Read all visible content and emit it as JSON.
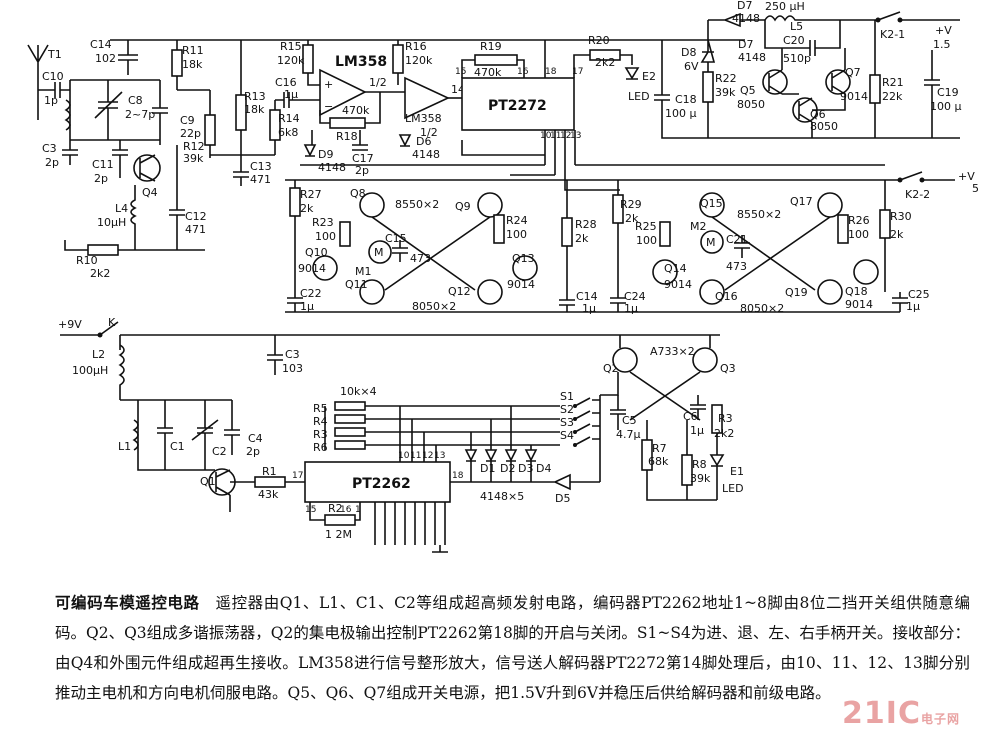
{
  "diagram": {
    "ics": {
      "pt2272": "PT2272",
      "pt2262": "PT2262",
      "lm358a": "LM358",
      "lm358b_l1": "LM358",
      "lm358b_l2": "1/2",
      "lm358a_half": "1/2"
    },
    "pins": {
      "p18": "18",
      "p15": "15",
      "p16": "16",
      "p17": "17",
      "p14": "14",
      "p10": "10",
      "p11": "11",
      "p12": "12",
      "p13": "13",
      "g17": "17",
      "g18": "18",
      "g15": "15",
      "g16": "16",
      "g1": "1",
      "g10": "10",
      "g11": "11",
      "g12": "12",
      "g13": "13"
    },
    "labels": {
      "T1": "T1",
      "C14": "C14",
      "C14v": "102",
      "R11": "R11",
      "R11v": "18k",
      "R15": "R15",
      "R15v": "120k",
      "R16": "R16",
      "R16v": "120k",
      "R19": "R19",
      "R19v": "470k",
      "R20": "R20",
      "R20v": "2k2",
      "E2": "E2",
      "LED2": "LED",
      "D7": "D7",
      "D7v": "4148",
      "D7b": "D7",
      "D7bv": "4148",
      "L5v": "250 μH",
      "L5": "L5",
      "C20": "C20",
      "C20v": "510p",
      "D8": "D8",
      "D8v": "6V",
      "R22": "R22",
      "R22v": "39k",
      "C18": "C18",
      "C18v": "100 μ",
      "Q5": "Q5",
      "Q5v": "8050",
      "Q6": "Q6",
      "Q6v": "8050",
      "Q7": "Q7",
      "Q7v": "9014",
      "R21": "R21",
      "R21v": "22k",
      "K21": "K2-1",
      "V15": "+V",
      "V15v": "1.5",
      "C19": "C19",
      "C19v": "100 μ",
      "C10": "C10",
      "C10v": "1p",
      "C8": "C8",
      "C8v": "2~7p",
      "C9": "C9",
      "C9v": "22p",
      "R12": "R12",
      "R12v": "39k",
      "C3": "C3",
      "C3v": "2p",
      "C11": "C11",
      "C11v": "2p",
      "Q4": "Q4",
      "L4": "L4",
      "L4v": "10μH",
      "C12": "C12",
      "C12v": "471",
      "R10": "R10",
      "R10v": "2k2",
      "R13": "R13",
      "R13v": "18k",
      "C16": "C16",
      "C16v": "1μ",
      "R14": "R14",
      "R14v": "6k8",
      "C13": "C13",
      "C13v": "471",
      "R17v": "470k",
      "R18": "R18",
      "C17": "C17",
      "C17v": "2p",
      "D9": "D9",
      "D9v": "4148",
      "D6": "D6",
      "D6v": "4148",
      "K22": "K2-2",
      "V5": "+V",
      "V5v": "5",
      "R27": "R27",
      "R27v": "2k",
      "Q8": "Q8",
      "Q8v": "8550×2",
      "Q9": "Q9",
      "R23": "R23",
      "R23v": "100",
      "R24": "R24",
      "R24v": "100",
      "C15": "C15",
      "C15v": "473",
      "M1": "M1",
      "Q10": "Q10",
      "Q10v": "9014",
      "Q11": "Q11",
      "Q12": "Q12",
      "Q12v": "8050×2",
      "Q13": "Q13",
      "Q13v": "9014",
      "R28": "R28",
      "R28v": "2k",
      "C22": "C22",
      "C22v": "1μ",
      "C14b": "C14",
      "C14bv": "1μ",
      "C24": "C24",
      "C24v": "1μ",
      "R29": "R29",
      "R29v": "2k",
      "R25": "R25",
      "R25v": "100",
      "Q15": "Q15",
      "Q15v": "8550×2",
      "M2": "M2",
      "C21": "C21",
      "C21v": "473",
      "Q17": "Q17",
      "R26": "R26",
      "R26v": "100",
      "R30": "R30",
      "R30v": "2k",
      "Q14": "Q14",
      "Q14v": "9014",
      "Q16": "Q16",
      "Q16v": "8050×2",
      "Q19": "Q19",
      "Q18": "Q18",
      "Q18v": "9014",
      "C25": "C25",
      "C25v": "1μ",
      "V9": "+9V",
      "K": "K",
      "L2": "L2",
      "L2v": "100μH",
      "C3b": "C3",
      "C3bv": "103",
      "L1": "L1",
      "C1": "C1",
      "C2": "C2",
      "C4": "C4",
      "C4v": "2p",
      "Q1": "Q1",
      "R1": "R1",
      "R1v": "43k",
      "R2": "R2",
      "R2v": "1 2M",
      "Rarr": "10k×4",
      "R5": "R5",
      "R4": "R4",
      "R3b": "R3",
      "R6": "R6",
      "S1": "S1",
      "S2": "S2",
      "S3": "S3",
      "S4": "S4",
      "D1": "D1",
      "D2": "D2",
      "D3": "D3",
      "D4": "D4",
      "Dv": "4148×5",
      "D5": "D5",
      "Q2": "Q2",
      "A733": "A733×2",
      "Q3": "Q3",
      "C5": "C5",
      "C5v": "4.7μ",
      "C6": "C6",
      "C6v": "1μ",
      "R3": "R3",
      "R3v": "2k2",
      "R7": "R7",
      "R7v": "68k",
      "R8": "R8",
      "R8v": "39k",
      "E1": "E1",
      "LED1": "LED"
    }
  },
  "caption": {
    "title": "可编码车模遥控电路",
    "body": "遥控器由Q1、L1、C1、C2等组成超高频发射电路，编码器PT2262地址1~8脚由8位二挡开关组供随意编码。Q2、Q3组成多谐振荡器，Q2的集电极输出控制PT2262第18脚的开启与关闭。S1~S4为进、退、左、右手柄开关。接收部分：由Q4和外围元件组成超再生接收。LM358进行信号整形放大，信号送人解码器PT2272第14脚处理后，由10、11、12、13脚分别推动主电机和方向电机伺服电路。Q5、Q6、Q7组成开关电源，把1.5V升到6V并稳压后供给解码器和前级电路。"
  },
  "watermark": {
    "text": "21IC",
    "sub": "电子网"
  }
}
